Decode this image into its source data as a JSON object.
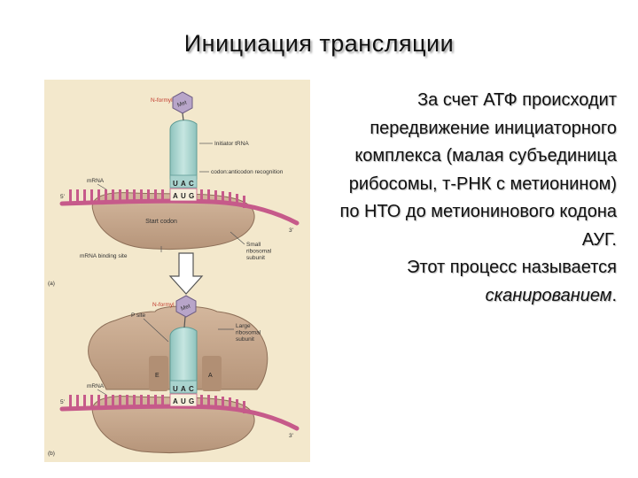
{
  "slide": {
    "title": "Инициация  трансляции"
  },
  "text": {
    "para1": "За счет АТФ происходит передвижение инициаторного комплекса (малая субъединица рибосомы, т-РНК с метионином) по НТО до метионинового кодона АУГ.",
    "para2_plain": "Этот процесс называется ",
    "para2_em": "сканированием",
    "para2_end": "."
  },
  "figure": {
    "colors": {
      "background": "#f3e8cc",
      "ribosome": "#c4a589",
      "ribosome_edge": "#8d6f58",
      "trna": "#a9d3ce",
      "mrna": "#c65a8a",
      "met": "#b8a5c9"
    },
    "panel_a": {
      "label": "(a)",
      "n_formyl": "N-formyl",
      "met": "Met",
      "initiator_trna": "Initiator tRNA",
      "codon_recognition": "codon:anticodon recognition",
      "mrna": "mRNA",
      "five_prime": "5'",
      "three_prime": "3'",
      "anticodon": [
        "U",
        "A",
        "C"
      ],
      "codon": [
        "A",
        "U",
        "G"
      ],
      "start_codon": "Start codon",
      "small_subunit": "Small\nribosomal\nsubunit",
      "binding_site": "mRNA binding site"
    },
    "panel_b": {
      "label": "(b)",
      "n_formyl": "N-formyl",
      "met": "Met",
      "p_site": "P site",
      "large_subunit": "Large\nribosomal\nsubunit",
      "e_site": "E",
      "a_site": "A",
      "mrna": "mRNA",
      "five_prime": "5'",
      "three_prime": "3'",
      "anticodon": [
        "U",
        "A",
        "C"
      ],
      "codon": [
        "A",
        "U",
        "G"
      ]
    }
  }
}
